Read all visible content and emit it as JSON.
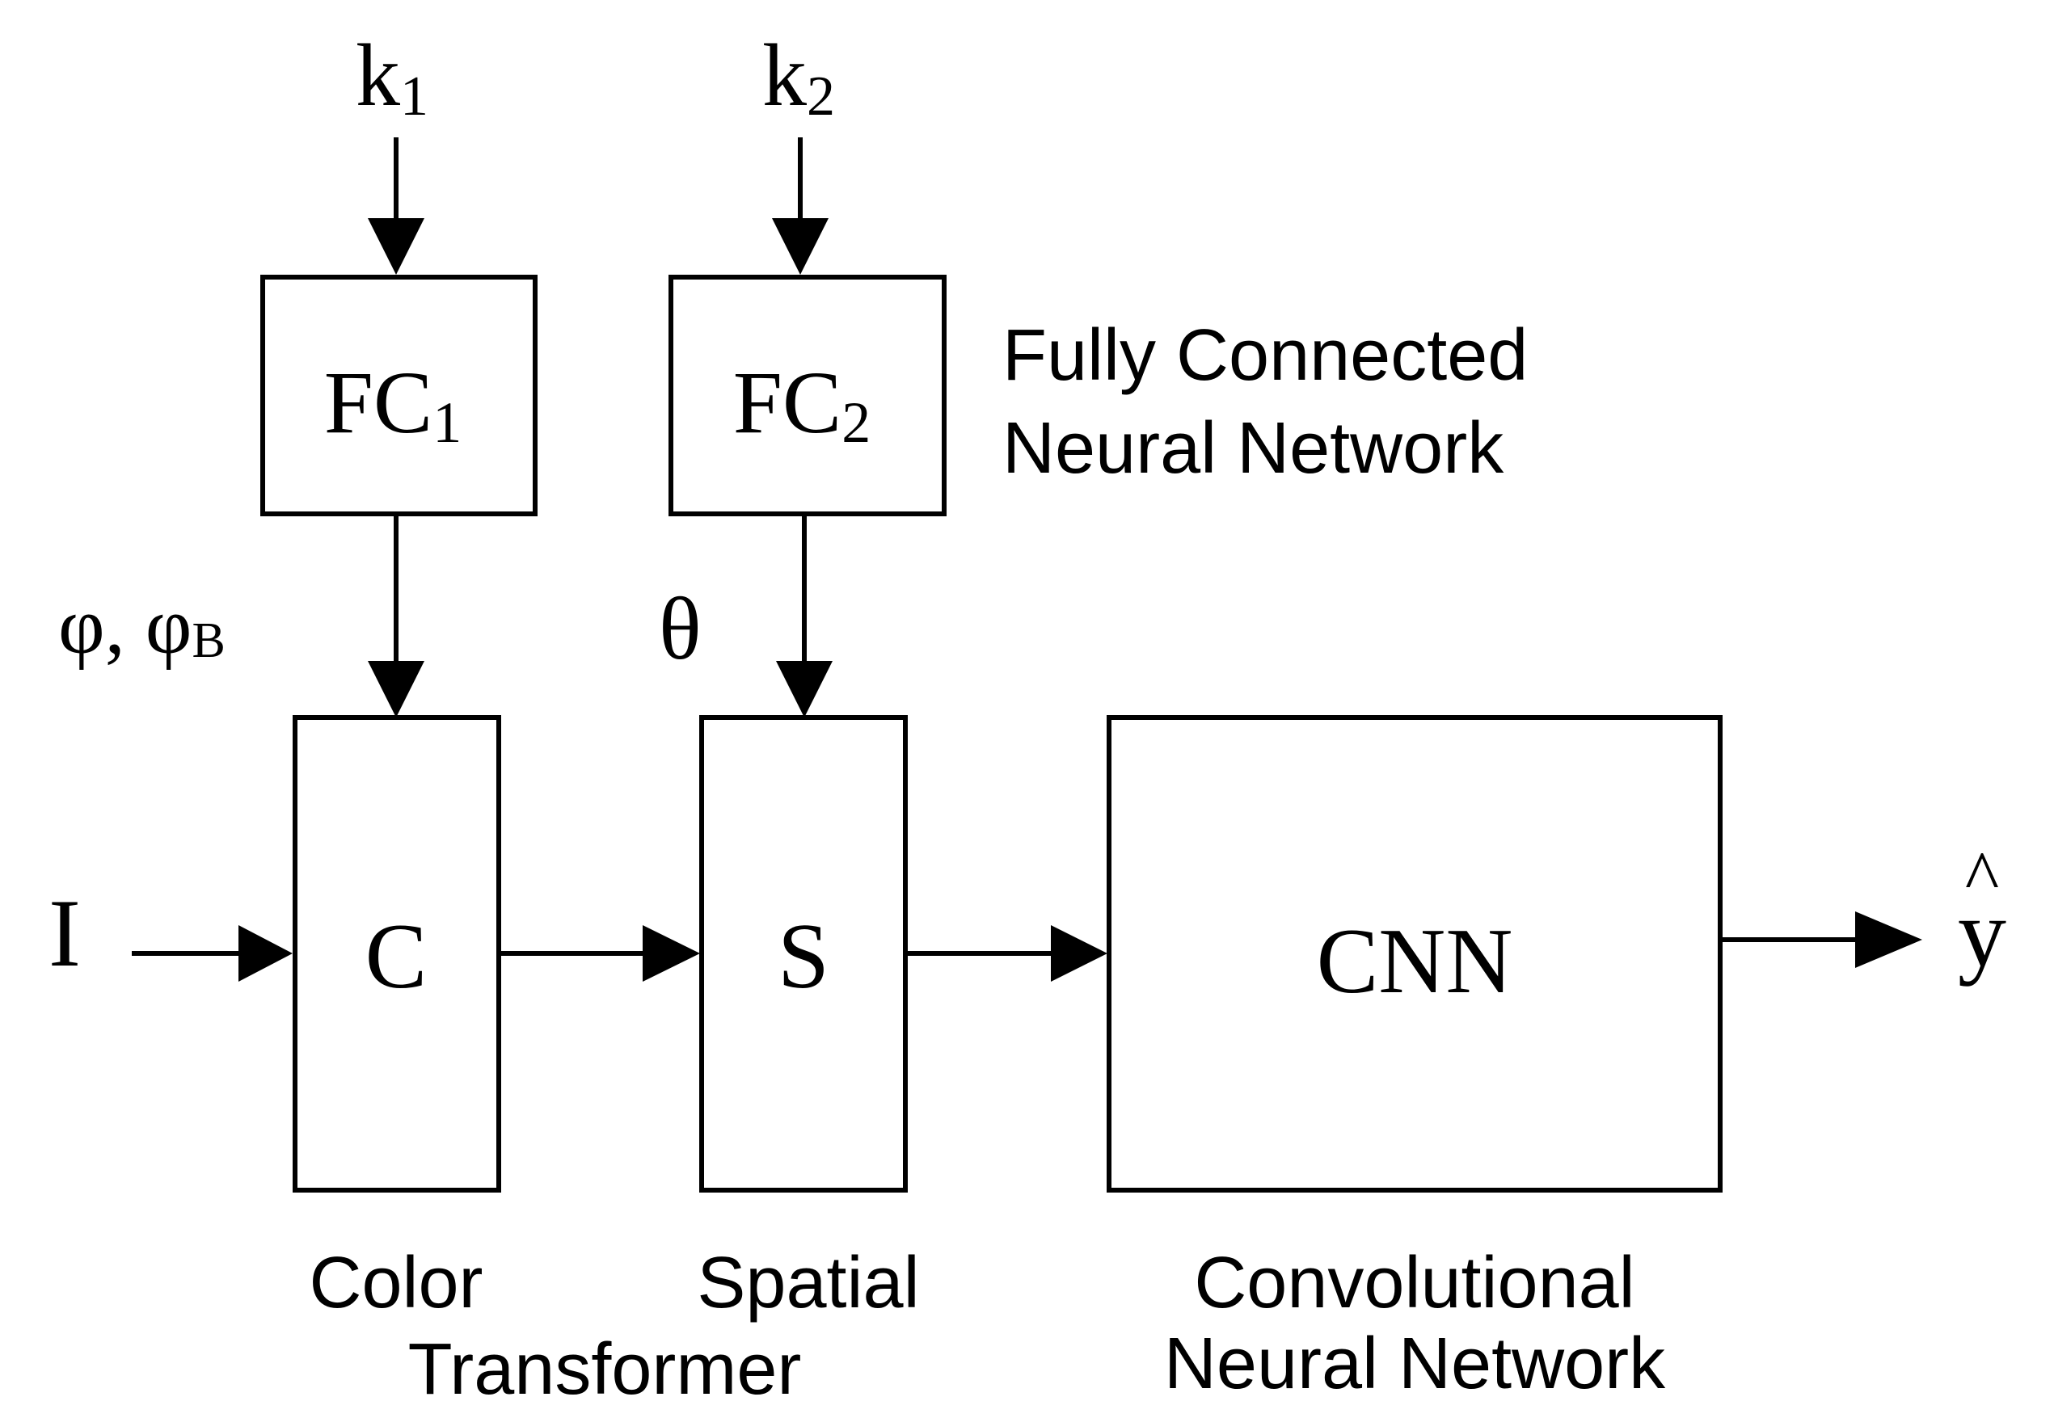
{
  "colors": {
    "stroke": "#000000",
    "background": "#ffffff"
  },
  "inputs": {
    "k1": {
      "base": "k",
      "sub": "1"
    },
    "k2": {
      "base": "k",
      "sub": "2"
    },
    "image": "I"
  },
  "fc_blocks": {
    "fc1": {
      "base": "FC",
      "sub": "1"
    },
    "fc2": {
      "base": "FC",
      "sub": "2"
    },
    "caption_line1": "Fully Connected",
    "caption_line2": "Neural Network"
  },
  "params": {
    "phi": "φ, φ",
    "phi_sub": "B",
    "theta": "θ"
  },
  "blocks": {
    "color": "C",
    "spatial": "S",
    "cnn": "CNN"
  },
  "captions": {
    "color": "Color",
    "spatial": "Spatial",
    "transformer": "Transformer",
    "cnn_line1": "Convolutional",
    "cnn_line2": "Neural Network"
  },
  "output": {
    "base": "y",
    "hat": "^"
  }
}
